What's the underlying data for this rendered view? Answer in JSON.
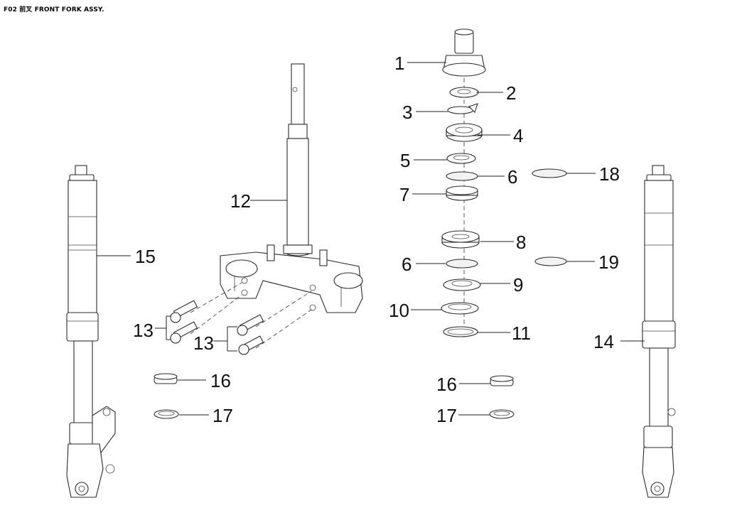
{
  "title": "F02 前叉 FRONT FORK ASSY.",
  "callouts": [
    "1",
    "2",
    "3",
    "4",
    "5",
    "6",
    "7",
    "8",
    "6",
    "9",
    "10",
    "11",
    "12",
    "13",
    "13",
    "14",
    "15",
    "16",
    "16",
    "17",
    "17",
    "18",
    "19"
  ]
}
